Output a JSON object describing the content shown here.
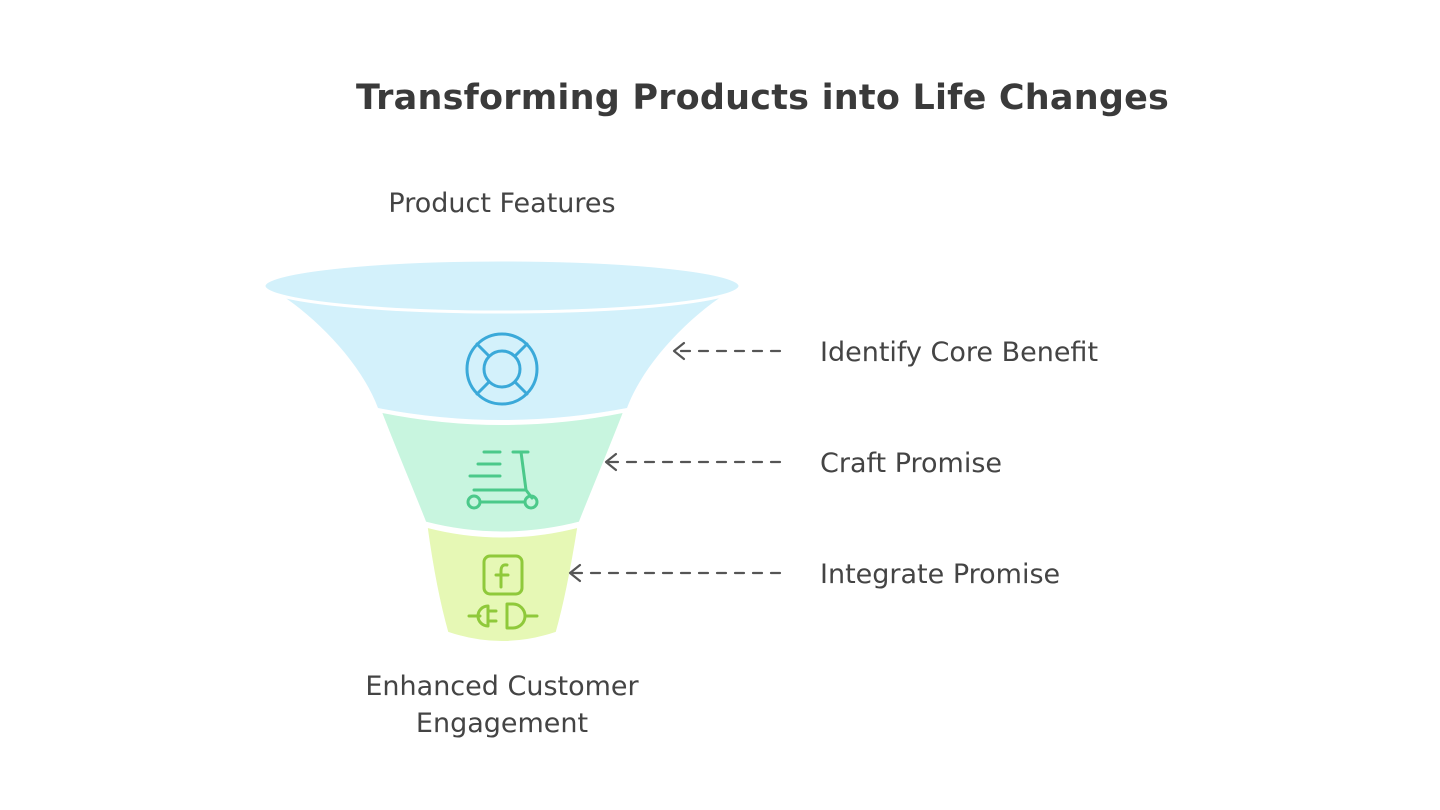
{
  "title": "Transforming Products into Life Changes",
  "funnel": {
    "top_label": "Product Features",
    "bottom_label_line1": "Enhanced Customer",
    "bottom_label_line2": "Engagement",
    "stages": [
      {
        "label": "Identify Core Benefit",
        "icon": "lifebuoy-icon",
        "color": "#d3f1fb",
        "icon_color": "#3aa9d9"
      },
      {
        "label": "Craft Promise",
        "icon": "electric-scooter-icon",
        "color": "#c8f5df",
        "icon_color": "#4bc98a"
      },
      {
        "label": "Integrate Promise",
        "icon": "facebook-plug-icon",
        "color": "#e6f8b5",
        "icon_color": "#8fc93a"
      }
    ]
  }
}
